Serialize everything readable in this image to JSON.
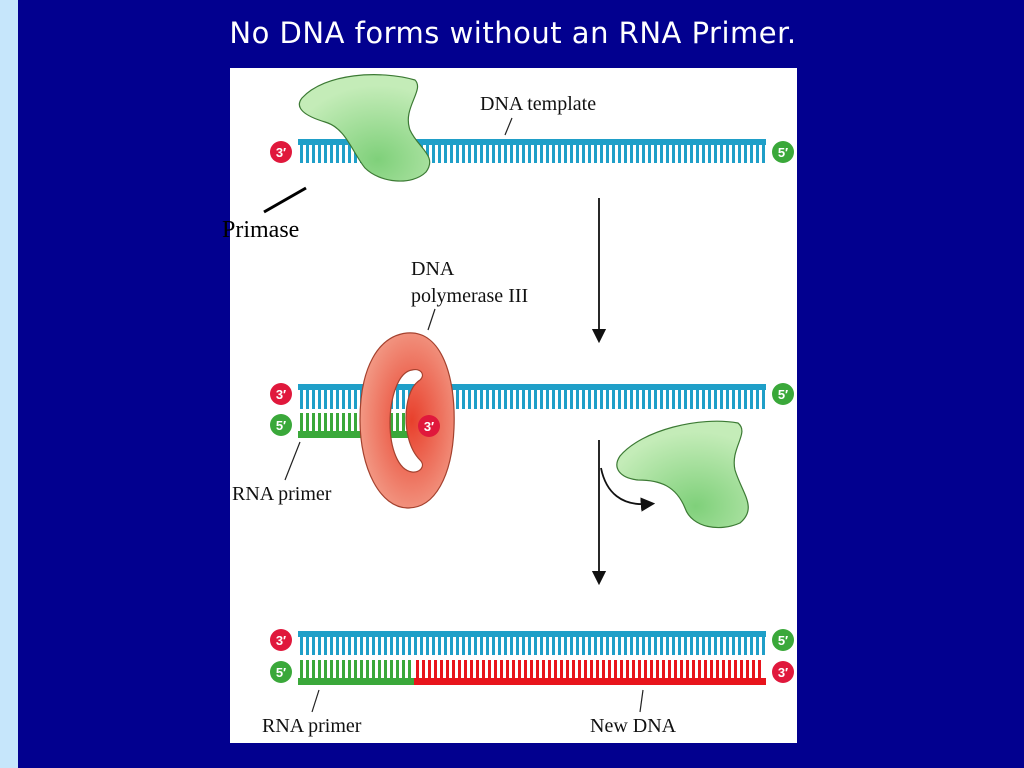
{
  "slide": {
    "title": "No DNA forms without an RNA Primer."
  },
  "figure": {
    "dna_template_label": "DNA template",
    "primase_label": "Primase",
    "polymerase_label_line1": "DNA",
    "polymerase_label_line2": "polymerase III",
    "rna_primer_label_stage2": "RNA primer",
    "rna_primer_label_stage3": "RNA primer",
    "new_dna_label": "New DNA",
    "end_labels": {
      "three_prime": "3′",
      "five_prime": "5′"
    }
  },
  "colors": {
    "slide_background": "#02008f",
    "side_strip": "#c6e6fb",
    "template_strand": "#1f9fc8",
    "rna_primer": "#3aa83a",
    "new_dna": "#e8141c",
    "primase": "#b5e6a8",
    "polymerase": "#f07f6c",
    "three_prime_end": "#e0183c",
    "five_prime_end": "#3aa83a"
  }
}
